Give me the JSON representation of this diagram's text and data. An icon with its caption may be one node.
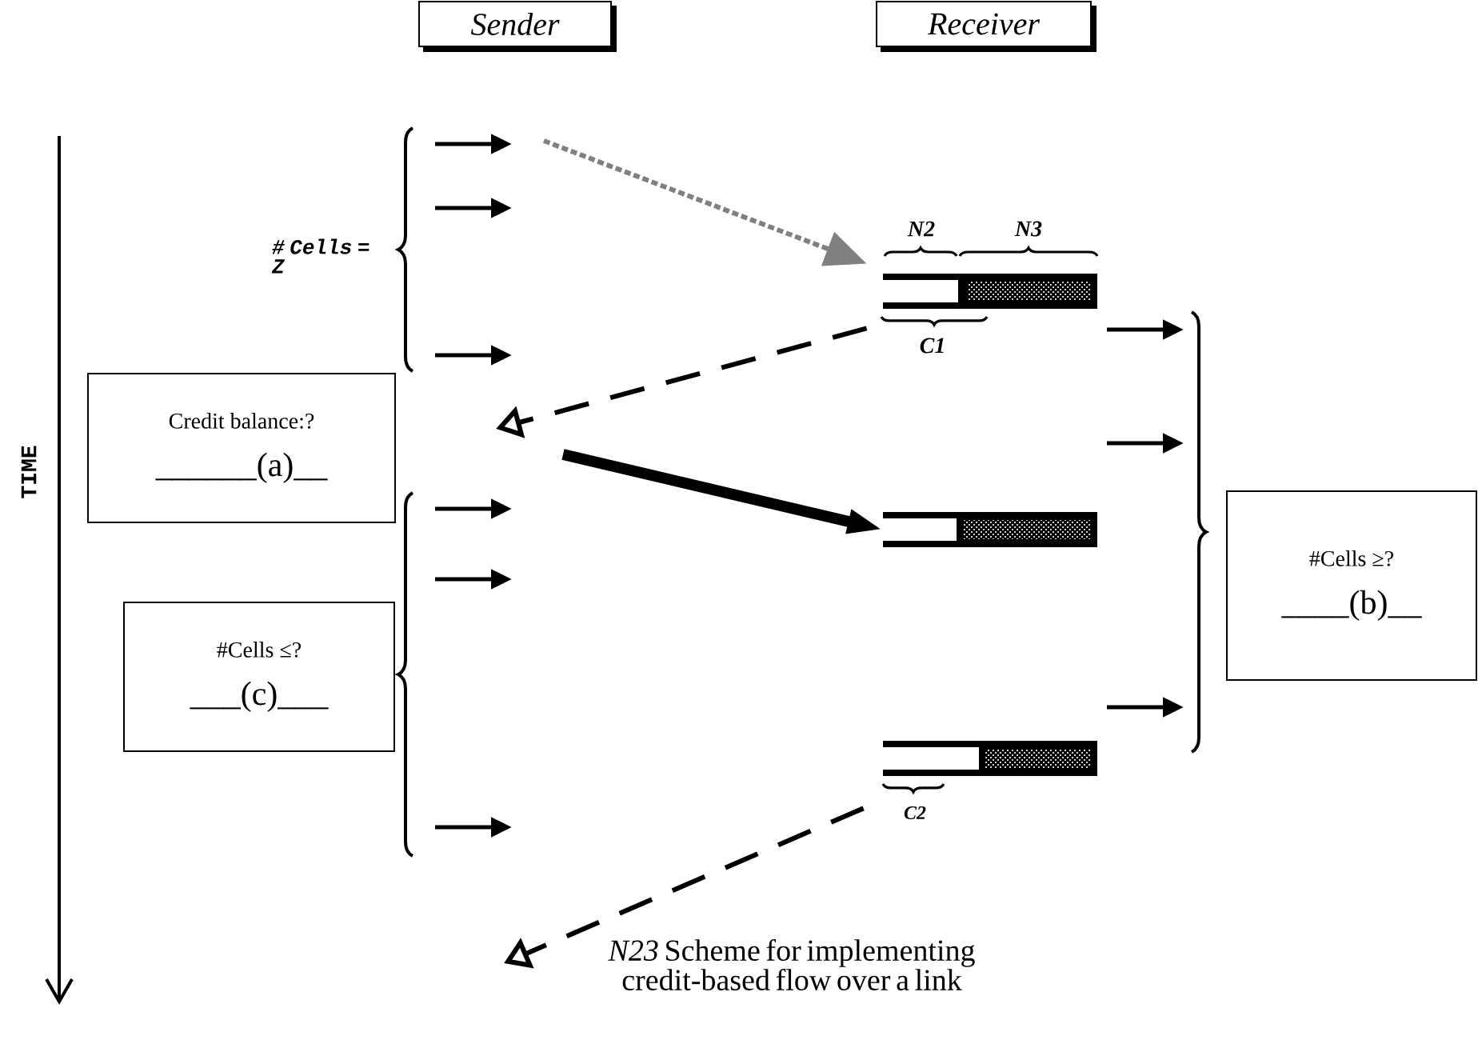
{
  "diagram": {
    "caption": "*N23* Scheme for implementing credit-based flow over a link",
    "nodes": [
      {
        "text": [
          "Sender"
        ]
      },
      {
        "text": [
          "Receiver"
        ]
      },
      {
        "text": [
          "Credit balance:?",
          "______(a)__"
        ]
      },
      {
        "text": [
          "#Cells ≤?",
          "___(c)___"
        ]
      },
      {
        "text": [
          "#Cells ≥?",
          "____(b)__"
        ]
      },
      {
        "text": [],
        "shape": "bar"
      },
      {
        "text": [],
        "shape": "bar"
      },
      {
        "text": [],
        "shape": "bar"
      }
    ],
    "edges": [
      {
        "from": null,
        "to": 5,
        "arrow": "to",
        "style": "dashed",
        "color": "#808080"
      },
      {
        "from": null,
        "to": 6,
        "arrow": "to",
        "style": "thick"
      },
      {
        "from": 5,
        "to": null,
        "arrow": "to",
        "style": "dashed"
      },
      {
        "from": 7,
        "to": null,
        "arrow": "to",
        "style": "dashed"
      }
    ],
    "labels": [
      "# Cells = Z",
      "TIME",
      "N2",
      "N3",
      "C1",
      "C2"
    ]
  }
}
